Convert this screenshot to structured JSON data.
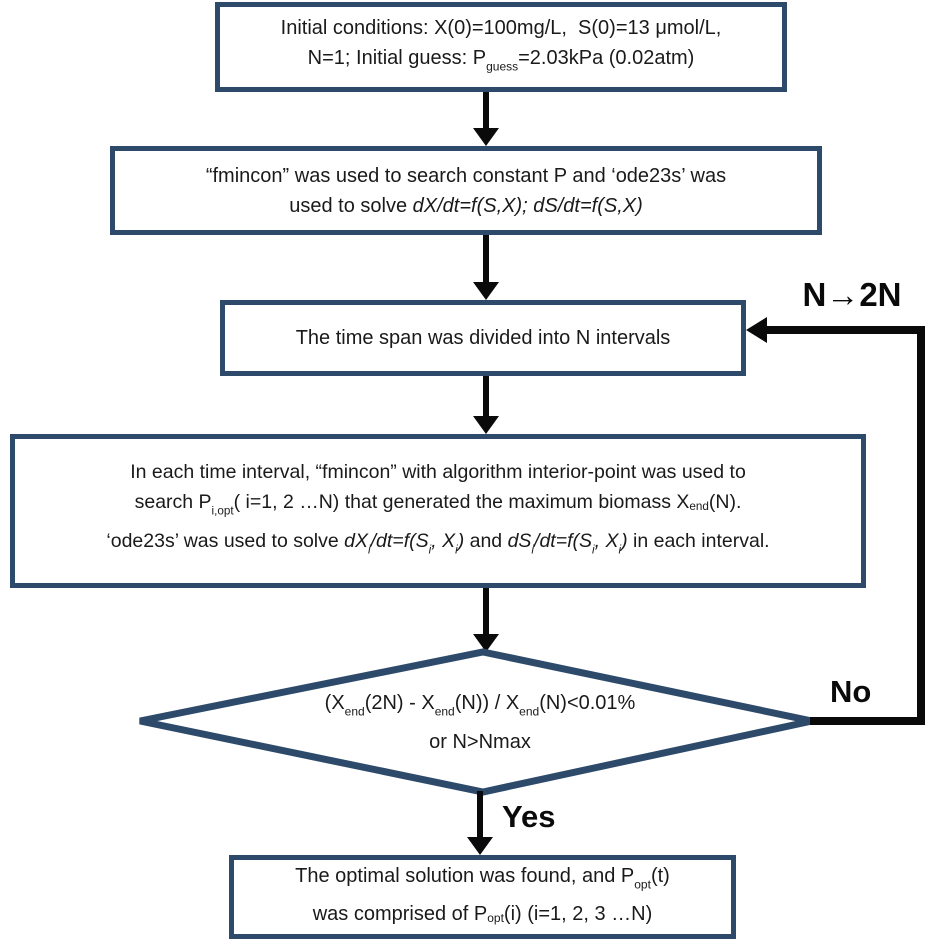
{
  "style": {
    "background": "#ffffff",
    "node_border_color": "#2e4a6b",
    "connector_color": "#0a0a0a",
    "text_color": "#1a1a1a"
  },
  "nodes": {
    "init": {
      "lines": [
        [
          {
            "t": "Initial conditions: X(0)=100mg/L,  S(0)=13 μmol/L,"
          }
        ],
        [
          {
            "t": "N=1; Initial guess: P"
          },
          {
            "t": "guess"
          },
          {
            "t": "=2.03kPa (0.02atm)"
          }
        ]
      ]
    },
    "fmincon": {
      "lines": [
        [
          {
            "t": "“fmincon” was used to search constant P and ‘ode23s’ was"
          }
        ],
        [
          {
            "t": "used to solve "
          },
          {
            "t": "dX/dt=f(S,X); dS/dt=f(S,X)"
          }
        ]
      ]
    },
    "timespan": {
      "lines": [
        [
          {
            "t": "The time span was divided into N intervals"
          }
        ]
      ]
    },
    "interval": {
      "lines": [
        [
          {
            "t": "In each time interval, “fmincon” with algorithm interior-point was used to"
          }
        ],
        [
          {
            "t": "search P"
          },
          {
            "t": "i,opt"
          },
          {
            "t": "( i=1, 2 …N) that generated the maximum biomass X"
          },
          {
            "t": "end"
          },
          {
            "t": "(N)."
          }
        ],
        [
          {
            "t": "‘ode23s’ was used to solve "
          },
          {
            "t": "dX"
          },
          {
            "t": "i"
          },
          {
            "t": "/dt=f(S"
          },
          {
            "t": "i"
          },
          {
            "t": ", X"
          },
          {
            "t": "i"
          },
          {
            "t": ")"
          },
          {
            "t": " and "
          },
          {
            "t": "dS"
          },
          {
            "t": "i"
          },
          {
            "t": "/dt=f(S"
          },
          {
            "t": "i"
          },
          {
            "t": ", X"
          },
          {
            "t": "i"
          },
          {
            "t": ")"
          },
          {
            "t": " in each interval."
          }
        ]
      ]
    },
    "decision": {
      "lines": [
        [
          {
            "t": "(X"
          },
          {
            "t": "end"
          },
          {
            "t": "(2N) - X"
          },
          {
            "t": "end"
          },
          {
            "t": "(N)) / X"
          },
          {
            "t": "end"
          },
          {
            "t": "(N)<0.01%"
          }
        ],
        [
          {
            "t": "or N>Nmax"
          }
        ]
      ]
    },
    "final": {
      "lines": [
        [
          {
            "t": "The optimal solution was found, and P"
          },
          {
            "t": "opt"
          },
          {
            "t": "(t)"
          }
        ],
        [
          {
            "t": "was comprised of P"
          },
          {
            "t": "opt"
          },
          {
            "t": "(i) (i=1, 2, 3 …N)"
          }
        ]
      ]
    }
  },
  "labels": {
    "n_doubling": "N→2N",
    "no": "No",
    "yes": "Yes"
  }
}
